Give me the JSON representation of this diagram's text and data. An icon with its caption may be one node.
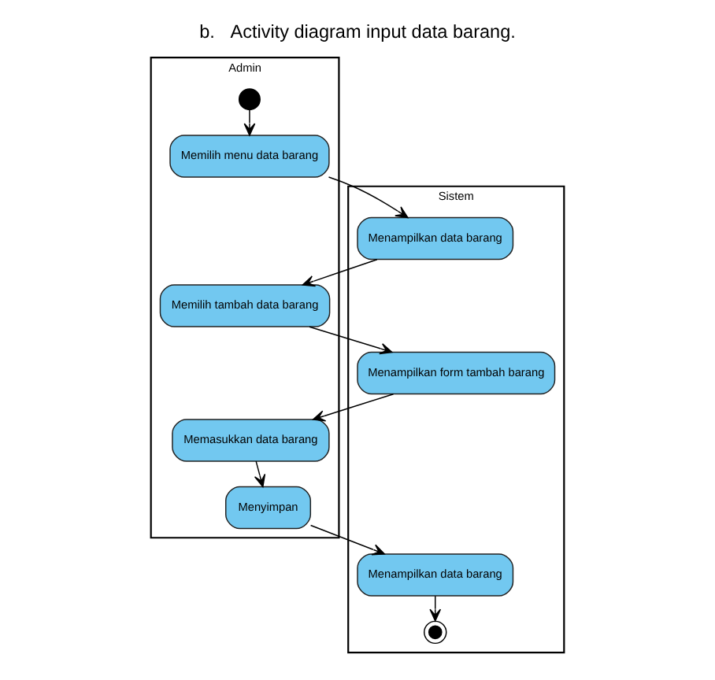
{
  "diagram": {
    "title": "b.   Activity diagram input data barang.",
    "nodes": [
      {
        "text": [
          "Admin"
        ]
      },
      {
        "text": [
          "Sistem"
        ]
      },
      {
        "text": [],
        "shape": "circle",
        "in": 0
      },
      {
        "text": [
          "Memilih menu data barang"
        ],
        "in": 0
      },
      {
        "text": [
          "Menampilkan data barang"
        ],
        "in": 1
      },
      {
        "text": [
          "Memilih tambah data barang"
        ],
        "in": 0
      },
      {
        "text": [
          "Menampilkan form tambah barang"
        ],
        "in": 1
      },
      {
        "text": [
          "Memasukkan data barang"
        ],
        "in": 0
      },
      {
        "text": [
          "Menyimpan"
        ],
        "in": 0
      },
      {
        "text": [
          "Menampilkan data barang"
        ],
        "in": 1
      },
      {
        "text": [],
        "shape": "circle",
        "in": 1
      }
    ],
    "edges": [
      {
        "from": 2,
        "to": 3,
        "arrow": "to"
      },
      {
        "from": 3,
        "to": 4,
        "arrow": "to"
      },
      {
        "from": 4,
        "to": 5,
        "arrow": "to"
      },
      {
        "from": 5,
        "to": 6,
        "arrow": "to"
      },
      {
        "from": 6,
        "to": 7,
        "arrow": "to"
      },
      {
        "from": 7,
        "to": 8,
        "arrow": "to"
      },
      {
        "from": 8,
        "to": 9,
        "arrow": "to"
      },
      {
        "from": 9,
        "to": 10,
        "arrow": "to"
      }
    ]
  }
}
